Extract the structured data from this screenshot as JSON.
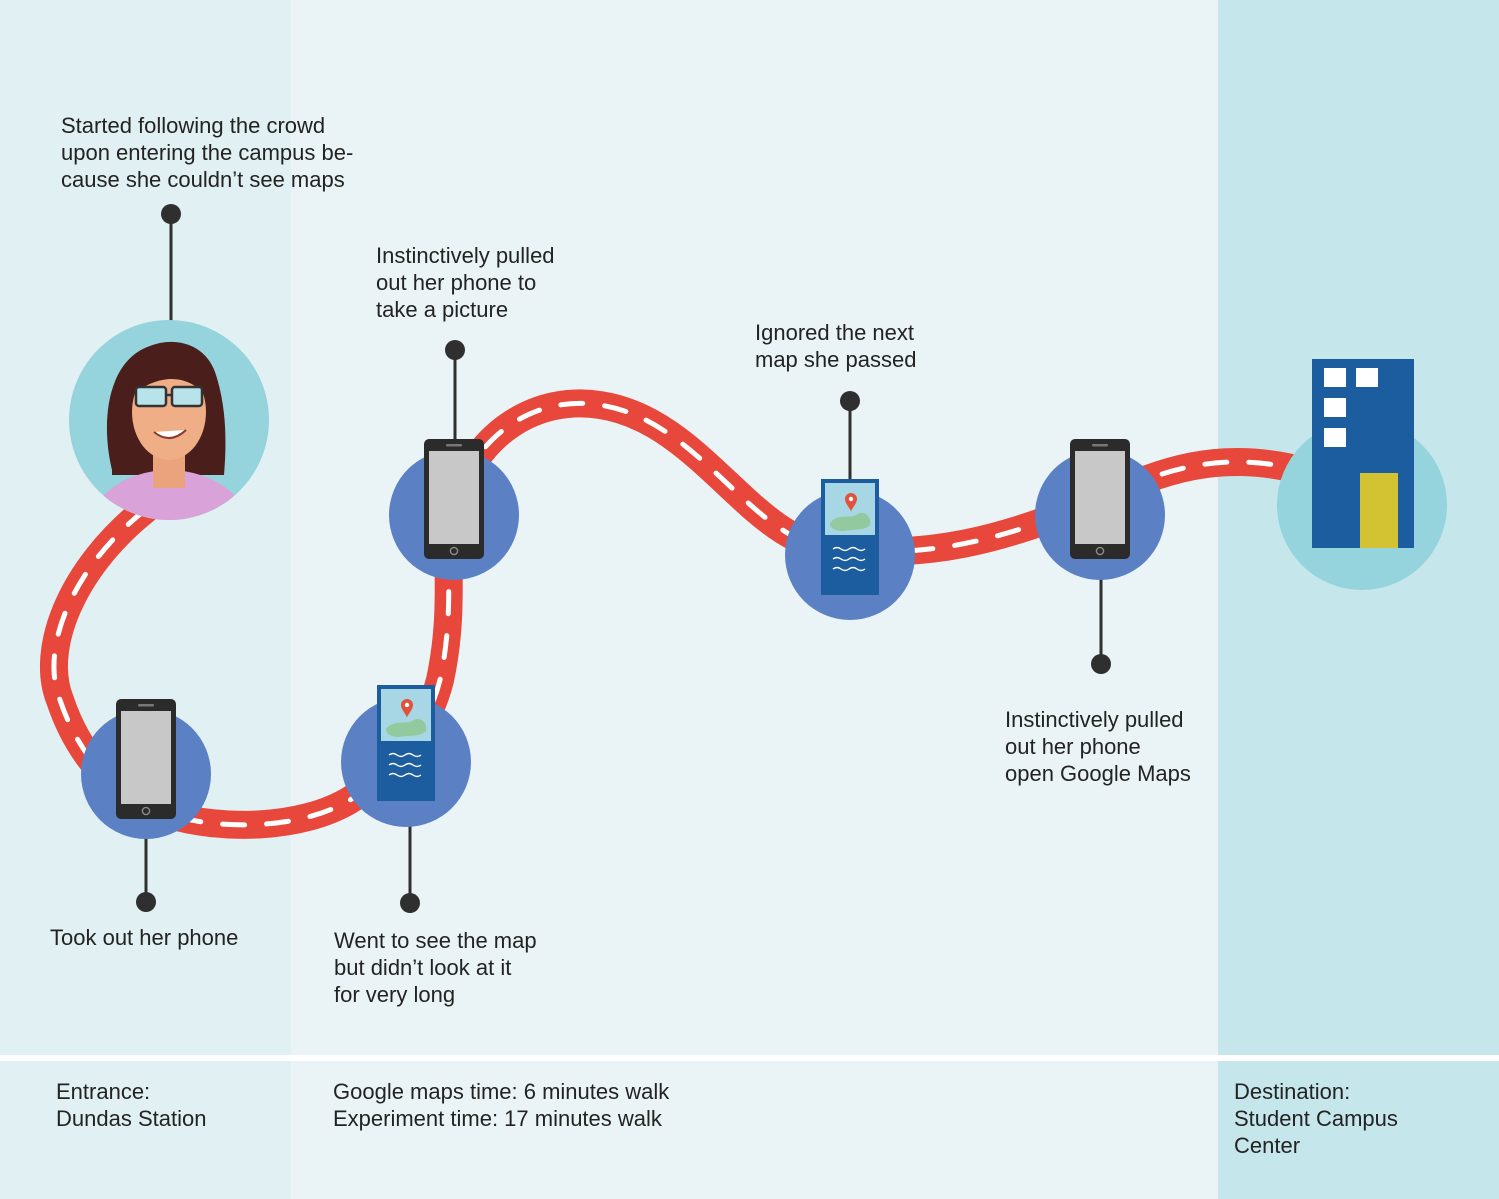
{
  "zones": {
    "left_color": "#e1f0f2",
    "middle_color": "#eaf4f7",
    "right_color": "#c5e6eb"
  },
  "colors": {
    "path": "#e8473b",
    "path_dash": "#ffffff",
    "node_circle": "#5b80c4",
    "avatar_circle": "#95d3dd",
    "connector": "#2f2f2f",
    "building": "#1c5d9f",
    "building_door": "#d3c232"
  },
  "nodes": [
    {
      "kind": "avatar",
      "icon": "woman-avatar-icon"
    },
    {
      "kind": "phone",
      "icon": "smartphone-icon"
    },
    {
      "kind": "map",
      "icon": "map-sign-icon"
    },
    {
      "kind": "phone",
      "icon": "smartphone-icon"
    },
    {
      "kind": "map",
      "icon": "map-sign-icon"
    },
    {
      "kind": "phone",
      "icon": "smartphone-icon"
    },
    {
      "kind": "destination",
      "icon": "building-icon"
    }
  ],
  "annotations": {
    "crowd": [
      "Started following the crowd",
      "upon entering the campus be-",
      "cause she couldn’t see maps"
    ],
    "took_phone": [
      "Took out her phone"
    ],
    "saw_map": [
      "Went to see the map",
      "but didn’t look at it",
      "for very long"
    ],
    "picture": [
      "Instinctively pulled",
      "out her phone to",
      "take a picture"
    ],
    "ignored_map": [
      "Ignored the next",
      "map she passed"
    ],
    "google_maps": [
      "Instinctively pulled",
      "out her phone",
      "open Google Maps"
    ]
  },
  "footer": {
    "entrance": [
      "Entrance:",
      "Dundas Station"
    ],
    "times": [
      "Google maps time: 6 minutes walk",
      "Experiment time: 17 minutes walk"
    ],
    "destination": [
      "Destination:",
      "Student Campus",
      "Center"
    ]
  }
}
